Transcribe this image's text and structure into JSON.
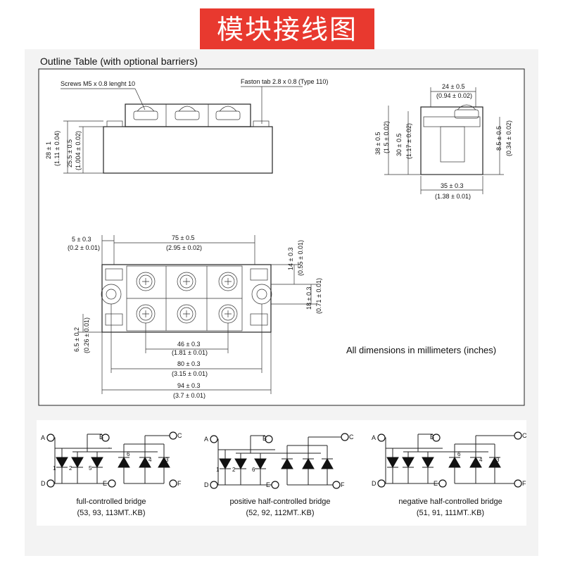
{
  "banner": {
    "title": "模块接线图",
    "color": "#e8392f"
  },
  "outline": {
    "title": "Outline Table (with optional barriers)",
    "screws_note": "Screws M5 x 0.8 lenght 10",
    "faston_note": "Faston tab 2.8 x 0.8 (Type 110)",
    "dims_note": "All dimensions in millimeters (inches)",
    "front": {
      "h1": "28 ± 1",
      "h1_in": "(1.11 ± 0.04)",
      "h2": "25.5 ± 0.5",
      "h2_in": "(1.004 ± 0.02)"
    },
    "side": {
      "w_top": "24 ± 0.5",
      "w_top_in": "(0.94 ± 0.02)",
      "h1": "38 ± 0.5",
      "h1_in": "(1.5 ± 0.02)",
      "h2": "30 ± 0.5",
      "h2_in": "(1.17 ± 0.02)",
      "h3": "8.5 ± 0.5",
      "h3_in": "(0.34 ± 0.02)",
      "w_bot": "35 ± 0.3",
      "w_bot_in": "(1.38 ± 0.01)"
    },
    "top": {
      "d5": "5 ± 0.3",
      "d5_in": "(0.2 ± 0.01)",
      "d75": "75 ± 0.5",
      "d75_in": "(2.95 ± 0.02)",
      "d14": "14 ± 0.3",
      "d14_in": "(0.55 ± 0.01)",
      "d18": "18 ± 0.3",
      "d18_in": "(0.71 ± 0.01)",
      "d65": "6.5 ± 0.2",
      "d65_in": "(0.26 ± 0.01)",
      "d46": "46 ± 0.3",
      "d46_in": "(1.81 ± 0.01)",
      "d80": "80 ± 0.3",
      "d80_in": "(3.15 ± 0.01)",
      "d94": "94 ± 0.3",
      "d94_in": "(3.7 ± 0.01)"
    }
  },
  "circuits": [
    {
      "caption": "full-controlled  bridge",
      "models": "(53, 93, 113MT..KB)"
    },
    {
      "caption": "positive  half-controlled  bridge",
      "models": "(52, 92, 112MT..KB)"
    },
    {
      "caption": "negative  half-controlled  bridge",
      "models": "(51, 91, 111MT..KB)"
    }
  ],
  "terminals": {
    "a": "A",
    "b": "B",
    "c": "C",
    "d": "D",
    "e": "E",
    "f": "F"
  },
  "diode_numbers": [
    "1",
    "2",
    "5",
    "6",
    "4",
    "3"
  ]
}
